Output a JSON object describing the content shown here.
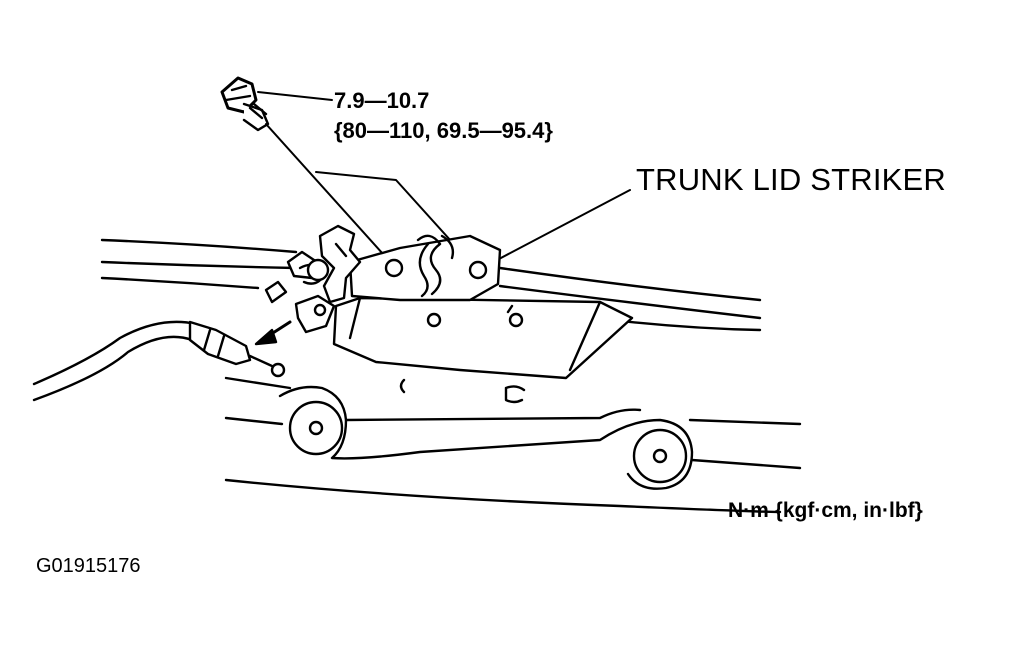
{
  "torque": {
    "value_nm": "7.9—10.7",
    "value_alt": "{80—110, 69.5—95.4}"
  },
  "part_label": "TRUNK LID STRIKER",
  "units": "N·m {kgf·cm, in·lbf}",
  "figure_id": "G01915176",
  "colors": {
    "ink": "#000000",
    "paper": "#ffffff"
  }
}
